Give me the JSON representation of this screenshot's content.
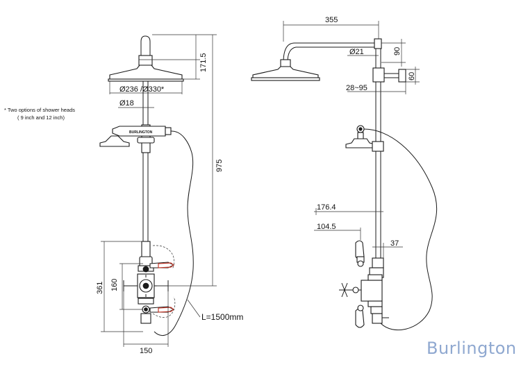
{
  "drawing": {
    "front_view": {
      "dim_head_drop": "171.5",
      "dim_head_diameter": "Ø236 /Ø330*",
      "dim_riser_diameter": "Ø18",
      "dim_total_height": "975",
      "dim_valve_height": "361",
      "dim_inlet_centres_v": "160",
      "dim_inlet_centres_h": "150",
      "dim_hose_length": "L=1500mm",
      "note_line1": "* Two options of shower heads",
      "note_line2": "( 9 inch and 12 inch)",
      "handset_marking": "BURLINGTON"
    },
    "side_view": {
      "dim_arm_projection": "355",
      "dim_arm_diameter": "Ø21",
      "dim_arm_drop": "90",
      "dim_bracket": "60",
      "dim_wall_offset": "28~95",
      "dim_valve_depth_1": "176.4",
      "dim_valve_depth_2": "104.5",
      "dim_inlet_offset": "37"
    }
  },
  "brand": {
    "logo_text": "Burlington",
    "color": "#8fa8d0"
  },
  "colors": {
    "line": "#1a1a1a",
    "accent_handle": "#c0392b"
  }
}
